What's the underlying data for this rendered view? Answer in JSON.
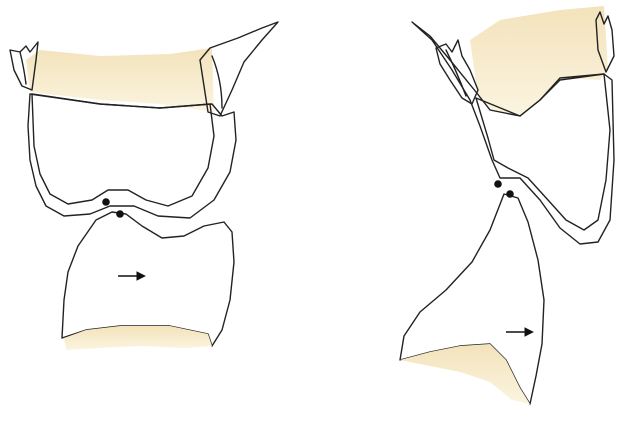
{
  "colors": {
    "background": "#ffffff",
    "outline": "#222222",
    "enamel": "#dcecf8",
    "enamel_light": "#f4f9fd",
    "enamel_shadow": "#8fb4dd",
    "dentin": "#f3e7c4",
    "pulp_pink": "#e67fa6",
    "pulp_light": "#f6c5d6",
    "contact_dot": "#111111",
    "arrow": "#111111"
  },
  "panels": [
    {
      "id": "left",
      "view": "upper-and-lower-teeth-with-two-contact-points",
      "contact_points": 2,
      "arrow_direction": "right"
    },
    {
      "id": "right",
      "view": "tilted-upper-and-lower-teeth-with-two-contact-points",
      "contact_points": 2,
      "arrow_direction": "right"
    }
  ]
}
